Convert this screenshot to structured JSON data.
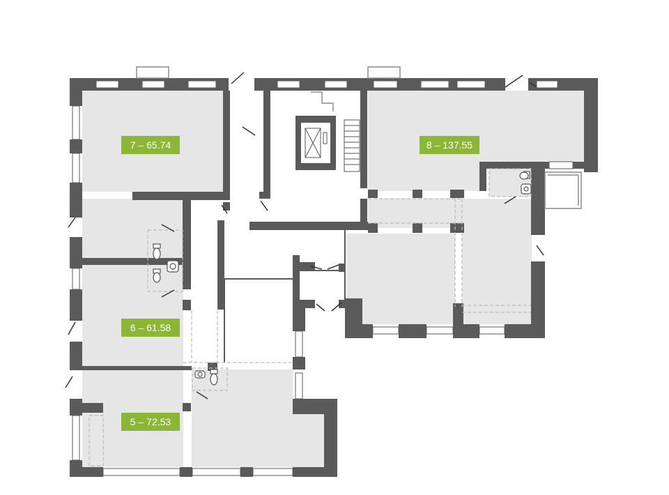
{
  "colors": {
    "wall": "#5a5a5a",
    "room_fill": "#e6e6e6",
    "background": "#ffffff",
    "label_bg": "#8cb635",
    "label_text": "#ffffff",
    "window": "#ffffff",
    "dashed": "#b9b9b9"
  },
  "units": [
    {
      "id": "unit-7",
      "label": "7 – 65.74"
    },
    {
      "id": "unit-8",
      "label": "8 – 137.55"
    },
    {
      "id": "unit-6",
      "label": "6 – 61.58"
    },
    {
      "id": "unit-5",
      "label": "5 – 72.53"
    }
  ],
  "icons": [
    "elevator-icon",
    "stairs-icon",
    "toilet-icon",
    "sink-icon",
    "door-icon",
    "window-icon"
  ]
}
